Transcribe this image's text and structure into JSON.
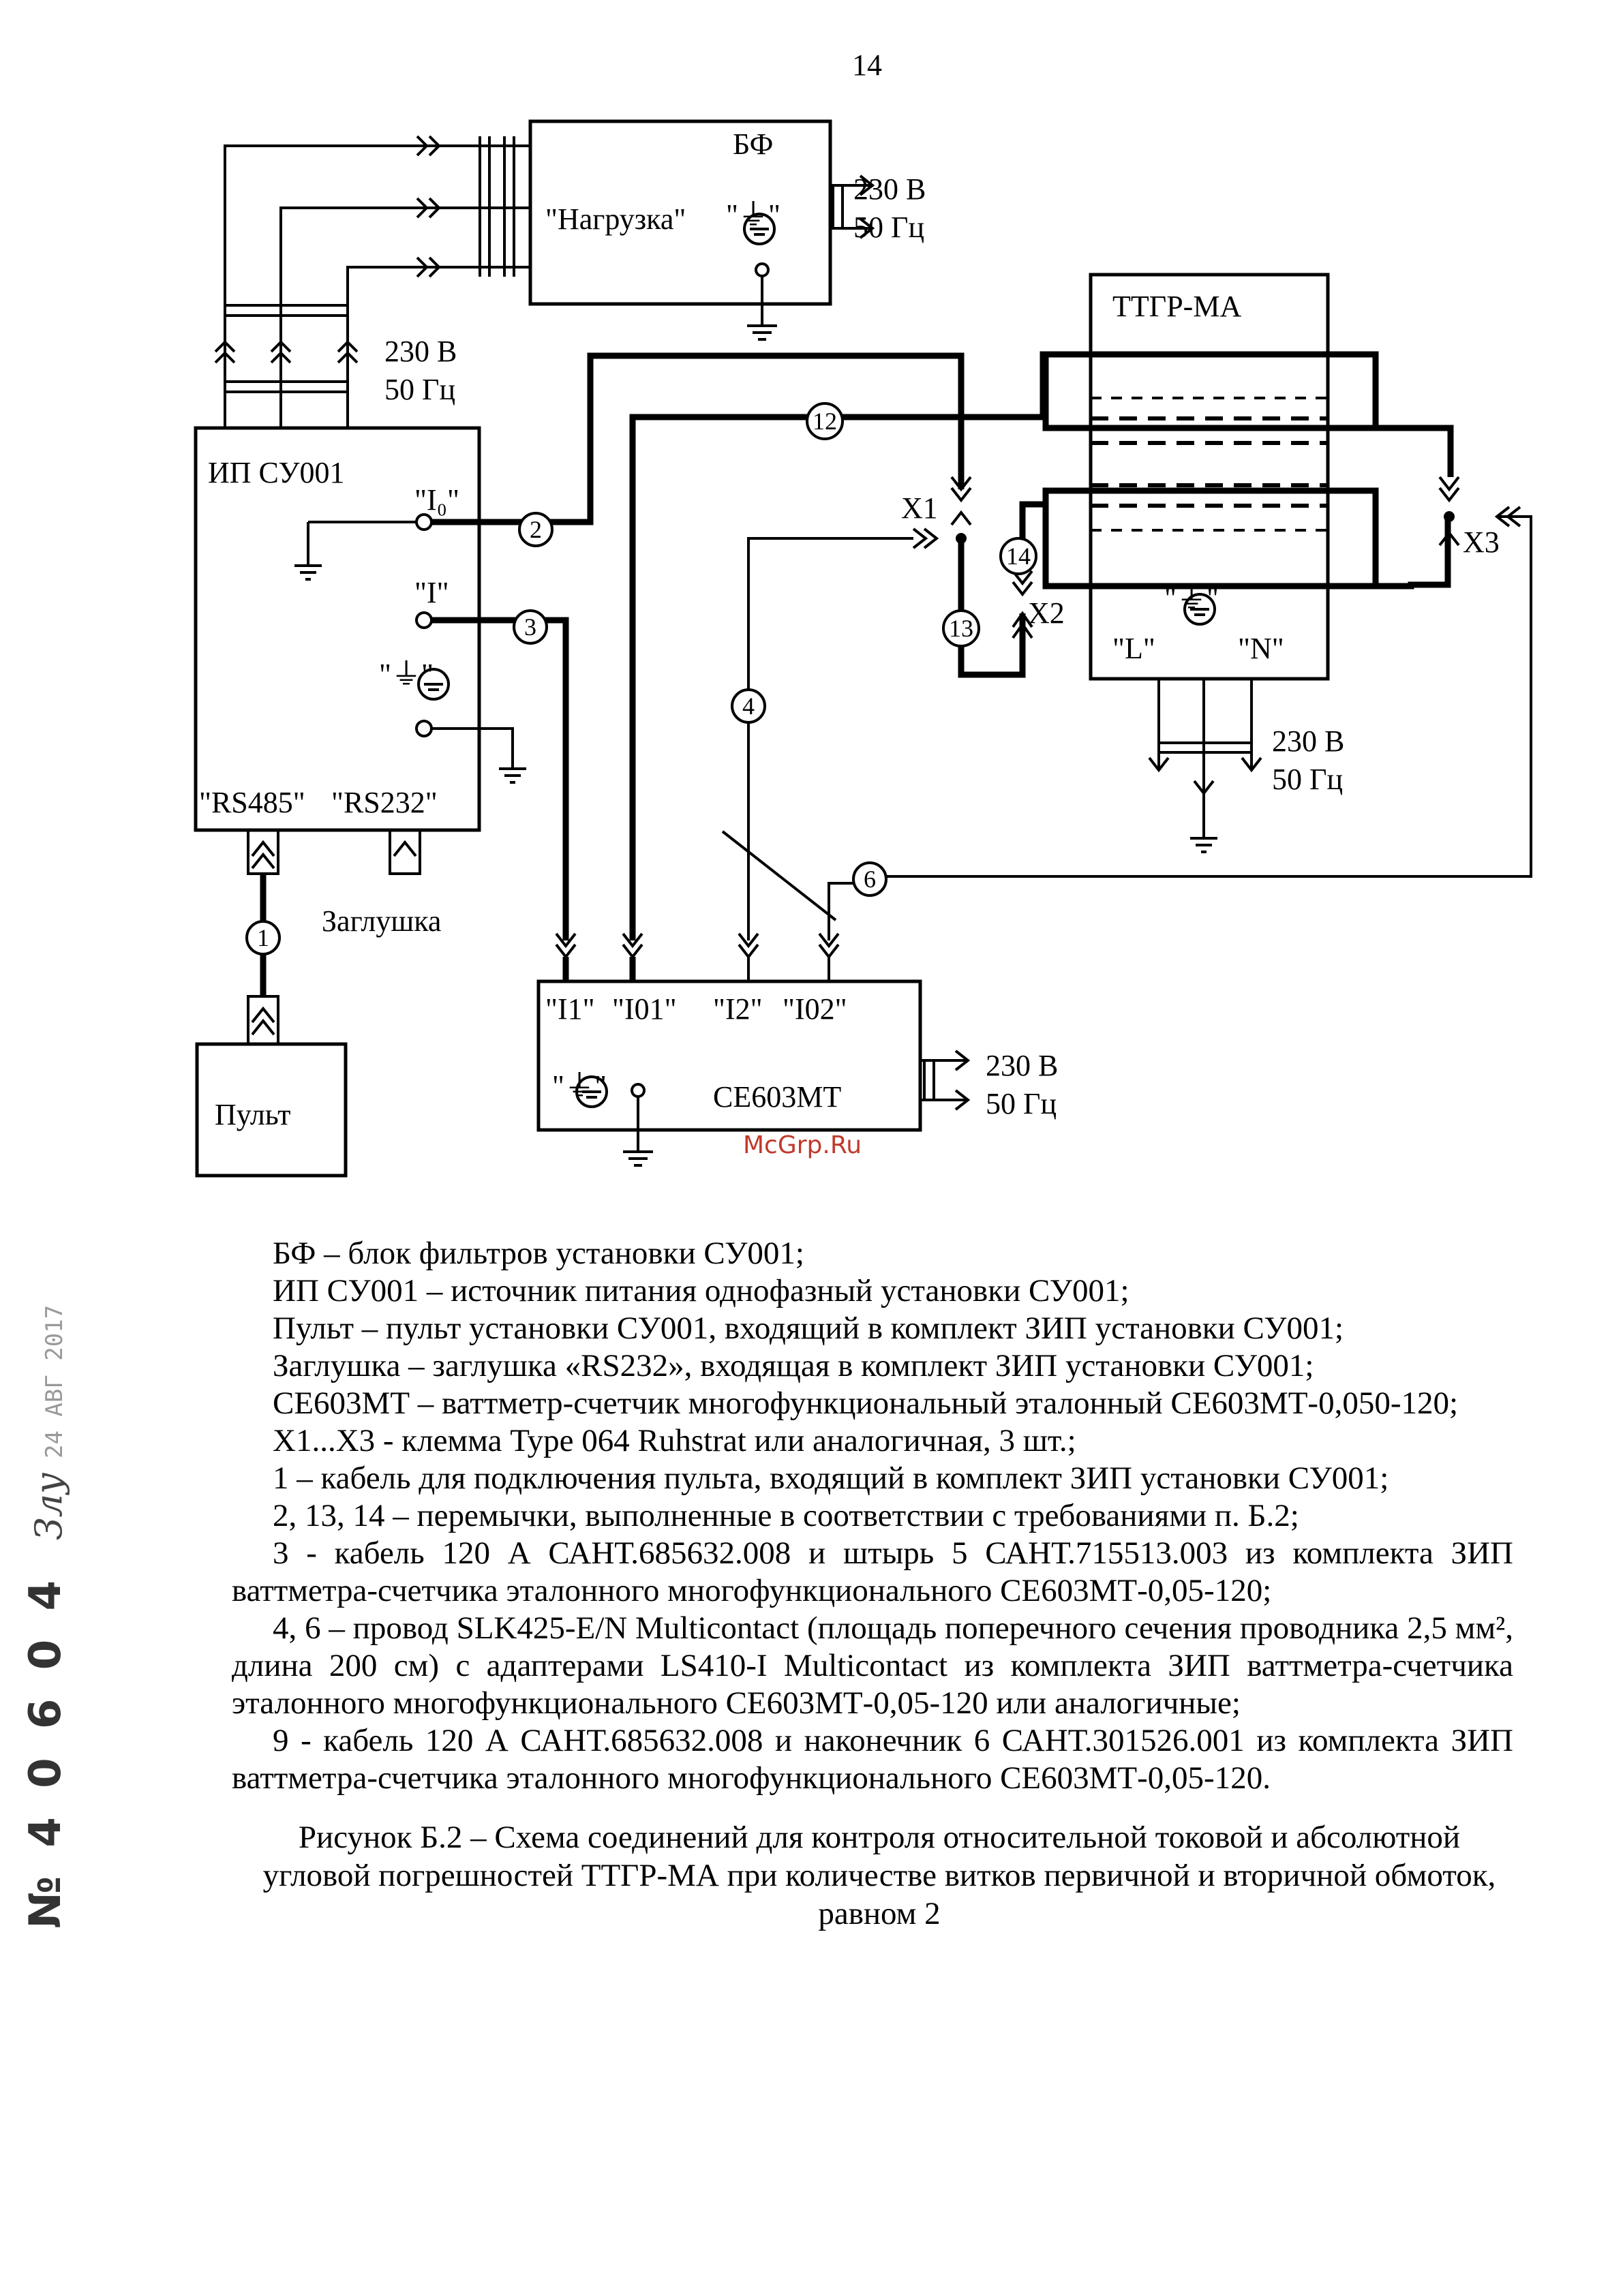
{
  "page_number": "14",
  "watermark": "McGrp.Ru",
  "side_marks": {
    "registration_number": "№ 4 0 6 0 4",
    "signature": "Злу",
    "date_stamp": "24 АВГ 2017"
  },
  "diagram": {
    "blocks": {
      "bf": {
        "title": "БФ",
        "load": "\"Нагрузка\"",
        "ground": "\"⏚\""
      },
      "ip": {
        "title": "ИП  СУ001",
        "i0": "\"I₀\"",
        "i": "\"I\"",
        "ground": "\"⏚\"",
        "rs485": "\"RS485\"",
        "rs232": "\"RS232\""
      },
      "ttgr": {
        "title": "ТТГР-МА",
        "ground": "\"⏚\"",
        "l": "\"L\"",
        "n": "\"N\""
      },
      "ce": {
        "title": "СЕ603МТ",
        "i1": "\"I1\"",
        "i01": "\"I01\"",
        "i2": "\"I2\"",
        "i02": "\"I02\"",
        "ground": "\"⏚\""
      },
      "pult": {
        "title": "Пульт"
      }
    },
    "mains": {
      "voltage": "230 В",
      "frequency": "50 Гц"
    },
    "plug_label": "Заглушка",
    "terminals": [
      "X1",
      "X2",
      "X3"
    ],
    "cables": [
      "1",
      "2",
      "3",
      "4",
      "6",
      "12",
      "13",
      "14"
    ]
  },
  "legend": [
    "БФ – блок фильтров установки СУ001;",
    "ИП СУ001 – источник питания однофазный установки СУ001;",
    "Пульт – пульт установки СУ001, входящий в комплект ЗИП установки СУ001;",
    "Заглушка – заглушка «RS232», входящая в комплект ЗИП установки СУ001;",
    "СЕ603МТ – ваттметр-счетчик многофункциональный эталонный СЕ603МТ-0,050-120;",
    "Х1...Х3 - клемма Type 064 Ruhstrat или аналогичная, 3 шт.;",
    "1 – кабель для подключения пульта, входящий в комплект ЗИП установки СУ001;",
    "2, 13, 14 – перемычки, выполненные в соответствии с требованиями п. Б.2;",
    "3 - кабель 120 А САНТ.685632.008 и штырь 5 САНТ.715513.003 из комплекта ЗИП ваттметра-счетчика эталонного многофункционального СЕ603МТ-0,05-120;",
    "4, 6 – провод SLK425-E/N Multicontact (площадь поперечного сечения проводника 2,5 мм², длина 200 см) с адаптерами LS410-I Multicontact из комплекта ЗИП ваттметра-счетчика эталонного многофункционального СЕ603МТ-0,05-120 или аналогичные;",
    "9 - кабель 120 А САНТ.685632.008 и наконечник 6 САНТ.301526.001 из комплекта ЗИП ваттметра-счетчика эталонного многофункционального СЕ603МТ-0,05-120."
  ],
  "figure_caption": "Рисунок Б.2 – Схема соединений для контроля относительной токовой и абсолютной угловой погрешностей ТТГР-МА при количестве витков первичной и вторичной обмоток, равном 2"
}
